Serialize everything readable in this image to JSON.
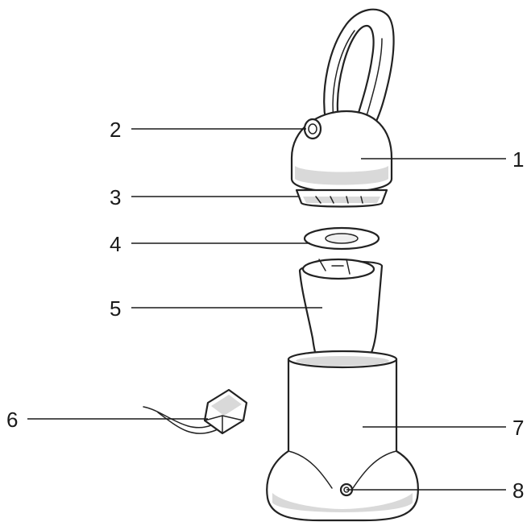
{
  "callouts": [
    {
      "num": "1",
      "side": "right"
    },
    {
      "num": "2",
      "side": "left"
    },
    {
      "num": "3",
      "side": "left"
    },
    {
      "num": "4",
      "side": "left"
    },
    {
      "num": "5",
      "side": "left"
    },
    {
      "num": "6",
      "side": "left"
    },
    {
      "num": "7",
      "side": "right"
    },
    {
      "num": "8",
      "side": "right"
    }
  ]
}
